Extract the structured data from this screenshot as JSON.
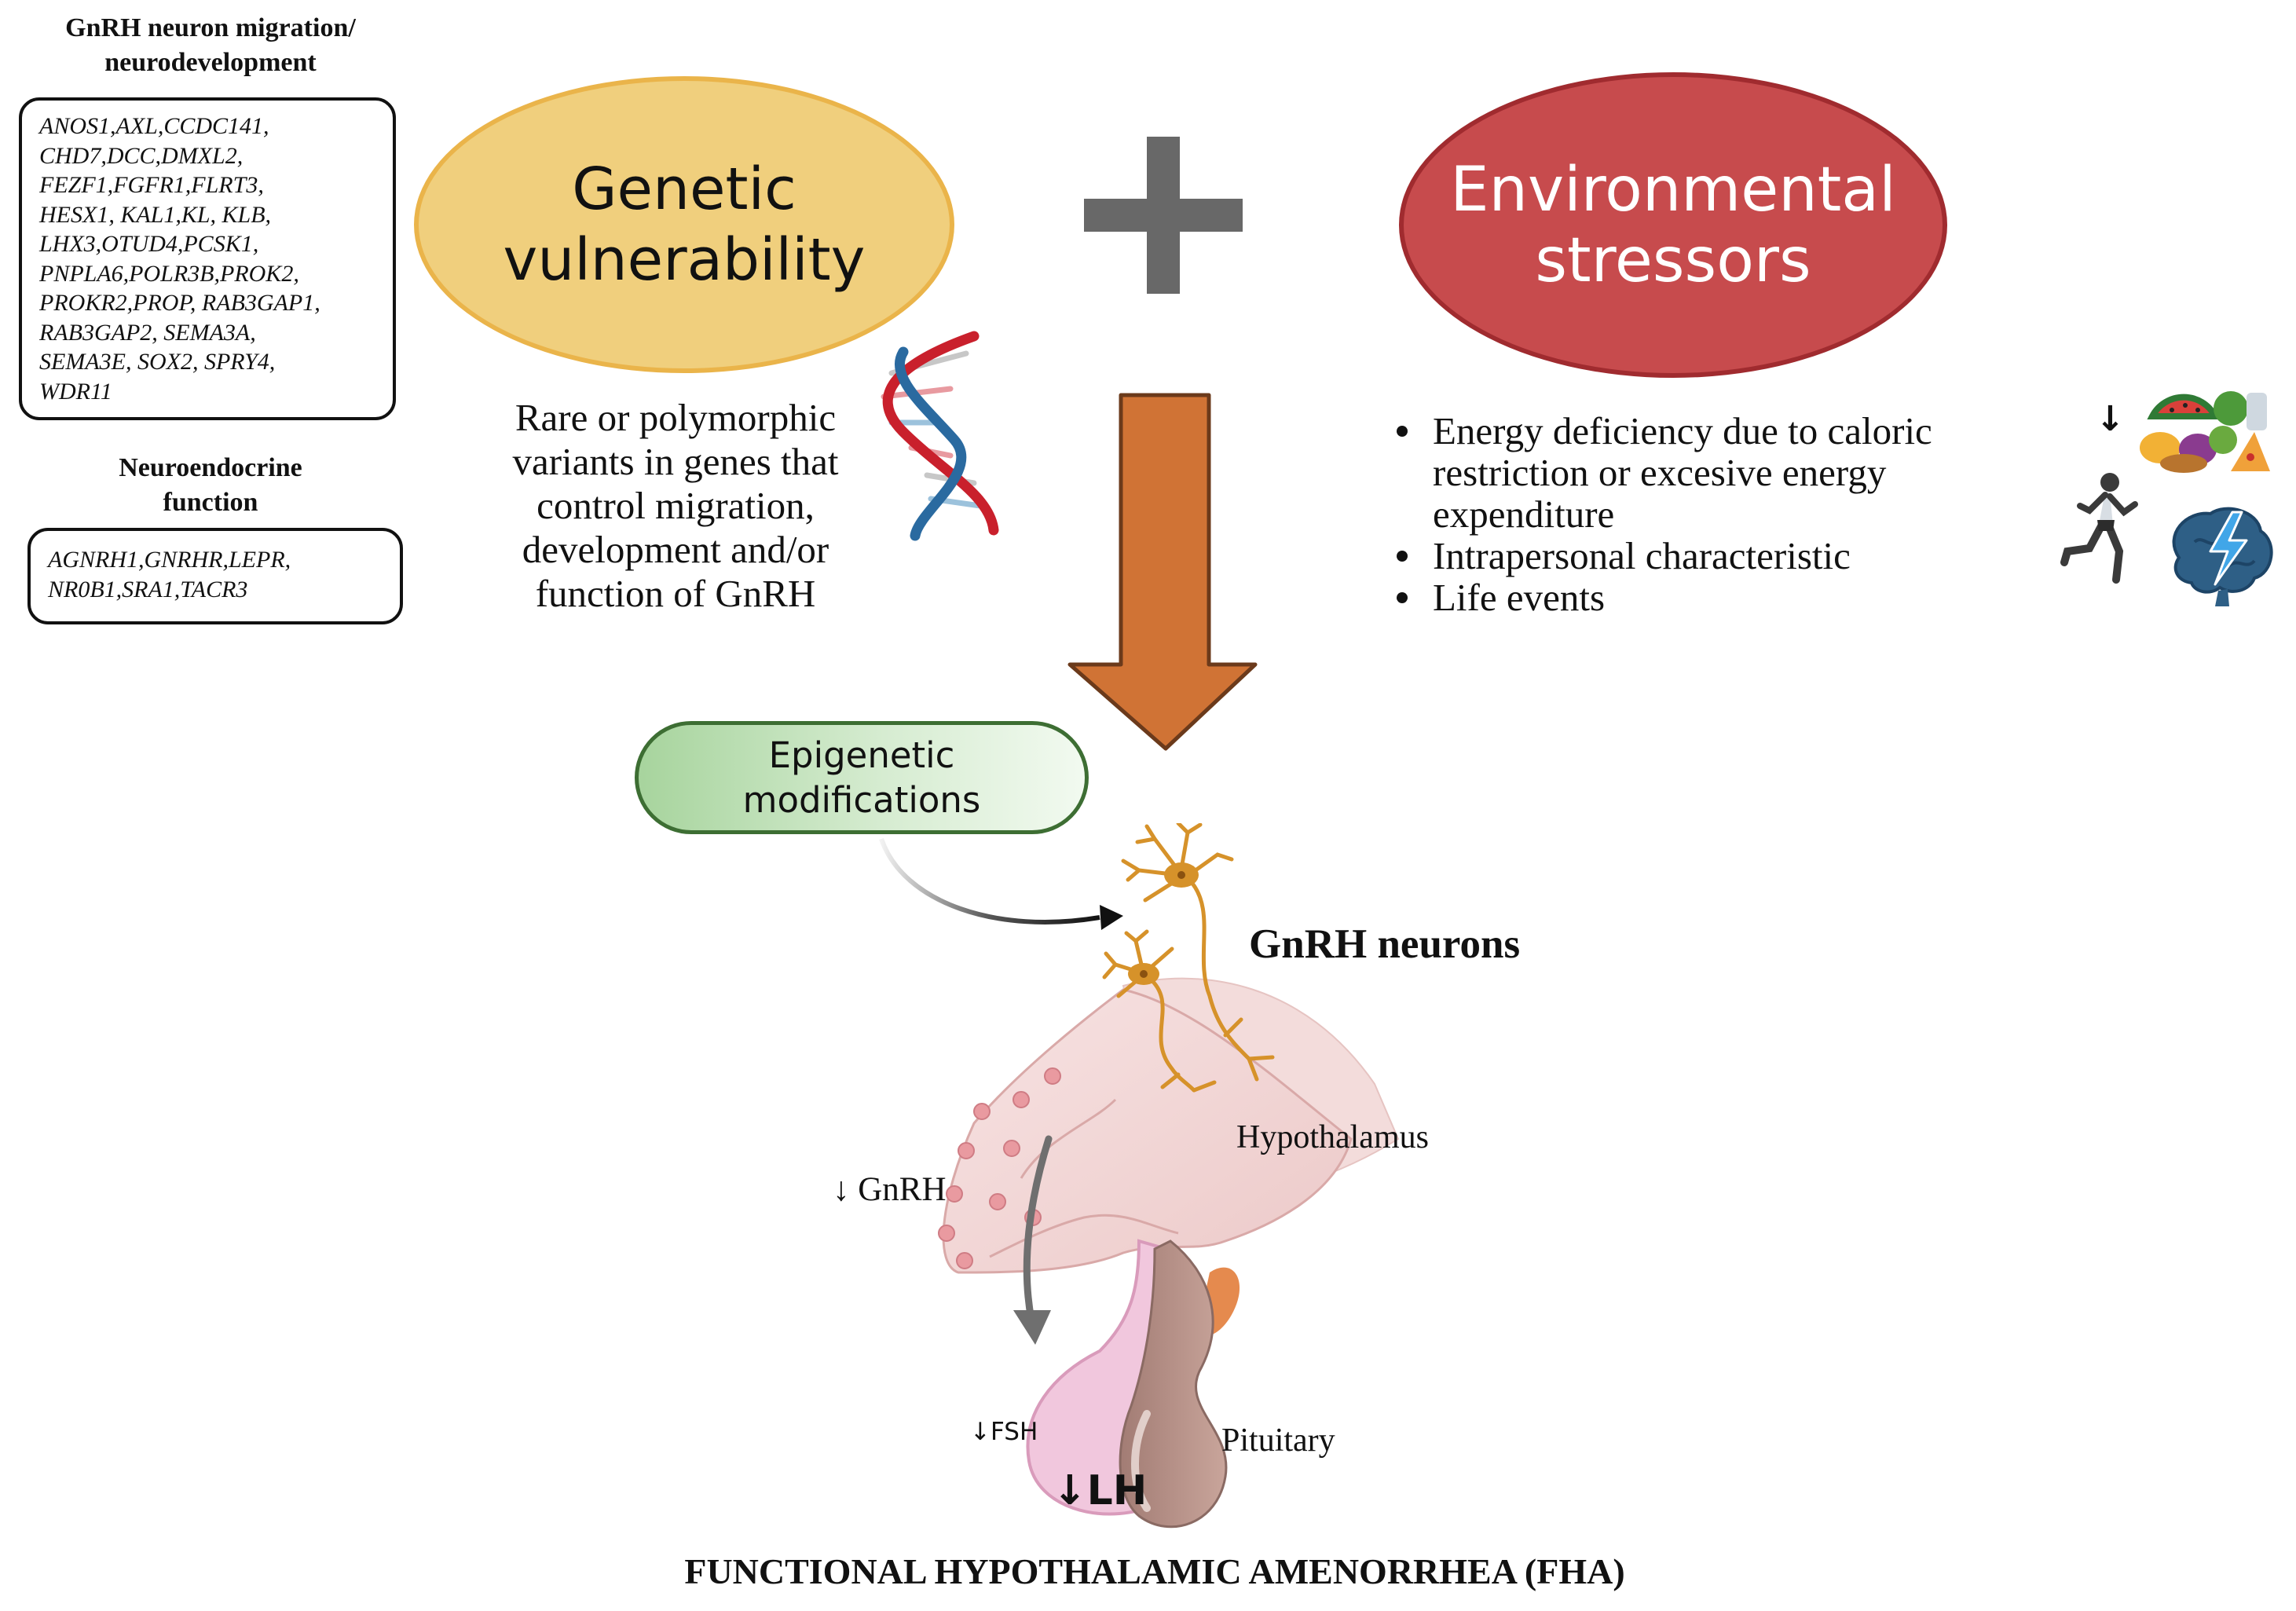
{
  "left_panel": {
    "migration_heading": [
      "GnRH neuron migration/",
      "neurodevelopment"
    ],
    "migration_genes": [
      "ANOS1,AXL,CCDC141,",
      "CHD7,DCC,DMXL2,",
      "FEZF1,FGFR1,FLRT3,",
      "HESX1, KAL1,KL, KLB,",
      "LHX3,OTUD4,PCSK1,",
      "PNPLA6,POLR3B,PROK2,",
      "PROKR2,PROP, RAB3GAP1,",
      " RAB3GAP2, SEMA3A,",
      "SEMA3E, SOX2, SPRY4,",
      " WDR11"
    ],
    "neuro_heading": [
      "Neuroendocrine",
      "function"
    ],
    "neuro_genes": [
      "AGNRH1,GNRHR,LEPR,",
      "NR0B1,SRA1,TACR3"
    ]
  },
  "genetic": {
    "title": [
      "Genetic",
      "vulnerability"
    ],
    "description": [
      "Rare or polymorphic",
      "variants in genes that",
      "control migration,",
      "development and/or",
      "function of GnRH"
    ]
  },
  "environmental": {
    "title": [
      "Environmental",
      "stressors"
    ],
    "bullets": [
      [
        "Energy deficiency due to caloric",
        "restriction or excesive energy",
        "expenditure"
      ],
      [
        "Intrapersonal characteristic"
      ],
      [
        "Life events"
      ]
    ],
    "food_arrow": "↓"
  },
  "epigenetic": {
    "label": [
      "Epigenetic",
      "modifications"
    ]
  },
  "labels": {
    "gnrh_neurons": "GnRH neurons",
    "hypothalamus": "Hypothalamus",
    "gnrh_decrease": "↓ GnRH",
    "pituitary": "Pituitary",
    "fsh": "↓FSH",
    "lh": "↓LH",
    "footer": "FUNCTIONAL HYPOTHALAMIC AMENORRHEA (FHA)"
  },
  "colors": {
    "genetic_fill": "#f0cf7d",
    "environmental_fill": "#c74b4d",
    "arrow_orange": "#d07335",
    "plus_gray": "#686868",
    "neuron_orange": "#d6922a",
    "epigenetic_green": "#a7d49d"
  },
  "icons": [
    "plus-icon",
    "dna-icon",
    "down-arrow-icon",
    "food-icon",
    "runner-icon",
    "brain-stress-icon",
    "neuron-icon",
    "hypothalamus-pituitary-illustration"
  ]
}
